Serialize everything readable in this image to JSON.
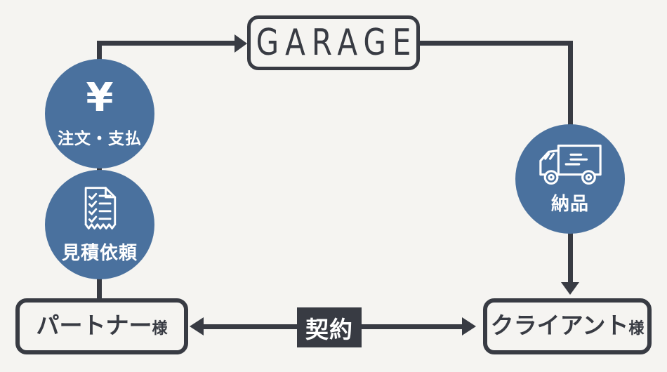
{
  "colors": {
    "background": "#f5f4f1",
    "accent_blue": "#4a719e",
    "dark": "#383b43",
    "white": "#ffffff"
  },
  "logo": {
    "label": "GARAGE"
  },
  "steps": {
    "order_payment": {
      "label": "注文・支払",
      "icon": "yen-icon",
      "symbol": "¥"
    },
    "quote_request": {
      "label": "見積依頼",
      "icon": "receipt-checklist-icon"
    },
    "delivery": {
      "label": "納品",
      "icon": "delivery-truck-icon"
    }
  },
  "parties": {
    "partner": {
      "name": "パートナー",
      "honorific": "様"
    },
    "client": {
      "name": "クライアント",
      "honorific": "様"
    }
  },
  "relation": {
    "label": "契約"
  }
}
